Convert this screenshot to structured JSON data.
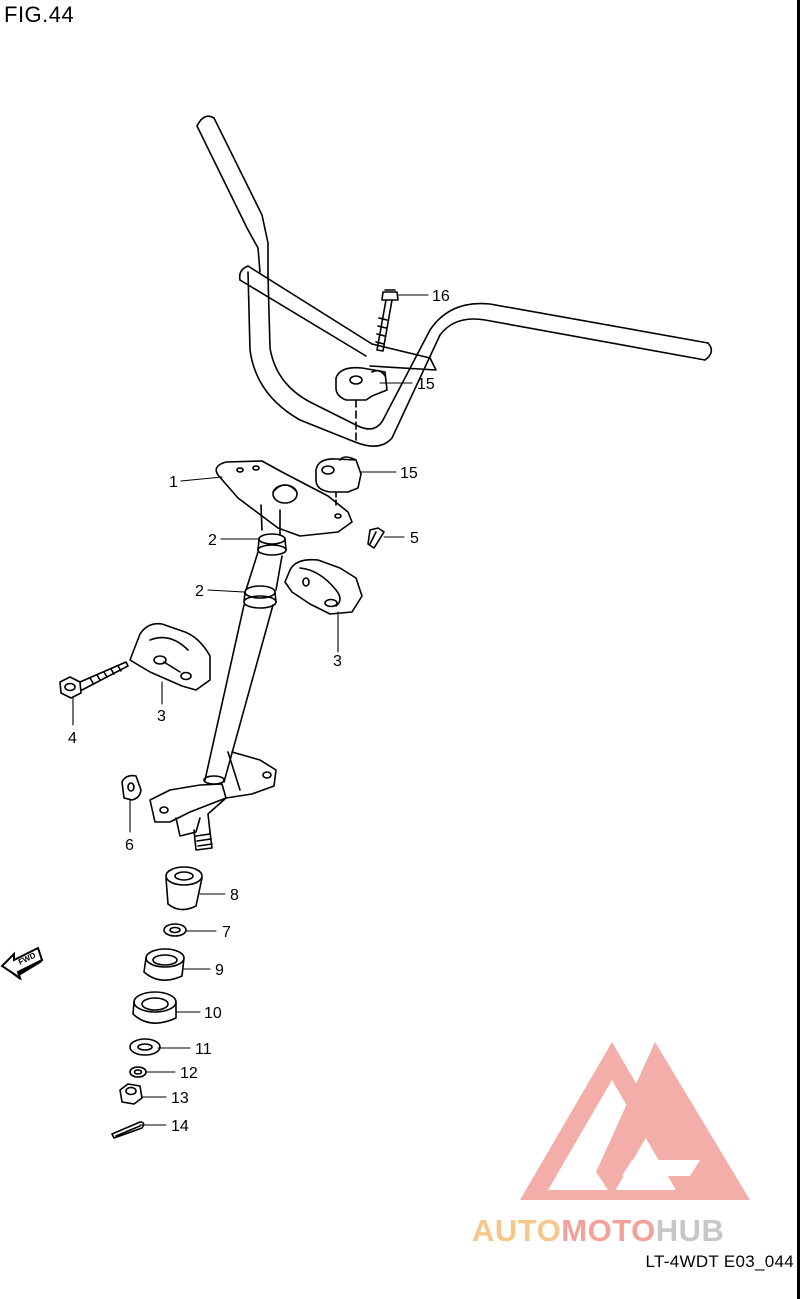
{
  "figure": {
    "title": "FIG.44",
    "code": "LT-4WDT E03_044"
  },
  "fwd_arrow_label": "FWD",
  "watermark": {
    "part1": "AUTO",
    "part2": "MOTO",
    "part3": "HUB",
    "colors": {
      "auto": "#f6c68a",
      "moto": "#f3a19b",
      "hub": "#c7c7c7",
      "logo": "#f3a19b"
    }
  },
  "callouts": [
    "1",
    "2",
    "2",
    "3",
    "3",
    "4",
    "5",
    "6",
    "7",
    "8",
    "9",
    "10",
    "11",
    "12",
    "13",
    "14",
    "15",
    "15",
    "16"
  ]
}
